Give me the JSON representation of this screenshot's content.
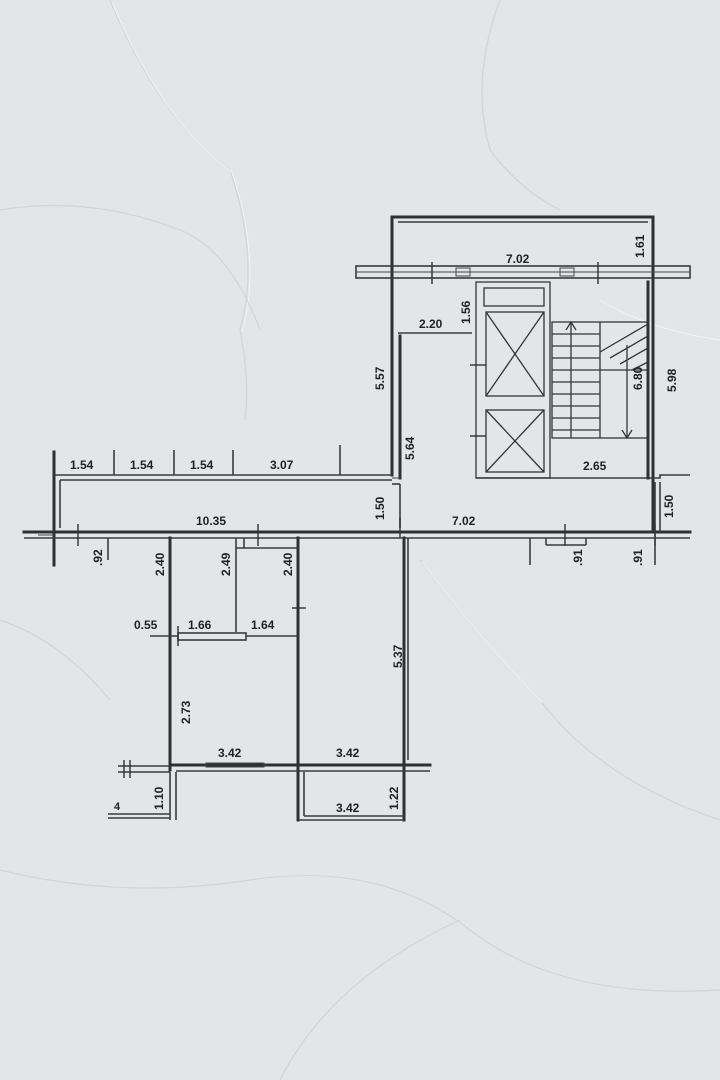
{
  "plan": {
    "colors": {
      "paper": "#e4e5e6",
      "ink": "#2f3032"
    },
    "dimensions": {
      "top_7_02": "7.02",
      "top_1_61": "1.61",
      "lift_1_56": "1.56",
      "closet_2_20": "2.20",
      "left_5_57": "5.57",
      "right_5_98": "5.98",
      "stair_6_80": "6.80",
      "inner_5_64": "5.64",
      "stair_2_65": "2.65",
      "corr_1_54_a": "1.54",
      "corr_1_54_b": "1.54",
      "corr_1_54_c": "1.54",
      "corr_3_07": "3.07",
      "stub_1_50_a": "1.50",
      "stub_1_50_b": "1.50",
      "hall_10_35": "10.35",
      "hall_7_02": "7.02",
      "d_92": ".92",
      "d_91_a": ".91",
      "d_91_b": ".91",
      "d_2_40_a": "2.40",
      "d_2_49": "2.49",
      "d_2_40_b": "2.40",
      "d_0_55": "0.55",
      "d_1_66": "1.66",
      "d_1_64": "1.64",
      "d_5_37": "5.37",
      "d_2_73": "2.73",
      "d_3_42_a": "3.42",
      "d_3_42_b": "3.42",
      "d_3_42_c": "3.42",
      "d_1_10": "1.10",
      "d_1_22": "1.22",
      "mark_4": "4"
    }
  }
}
